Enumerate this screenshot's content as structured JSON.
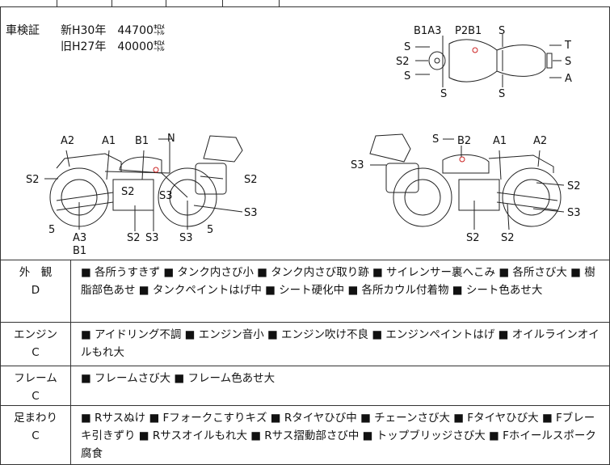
{
  "inspection": {
    "label": "車検証",
    "new_line": "新H30年　44700㌖",
    "old_line": "旧H27年　40000㌖"
  },
  "diagram": {
    "top_view": {
      "labels": [
        "B1A3",
        "P2B1",
        "S",
        "S",
        "S2",
        "S",
        "S",
        "S",
        "T",
        "S",
        "A"
      ]
    },
    "left_side": {
      "labels": [
        "A2",
        "A1",
        "B1",
        "N",
        "S2",
        "S2",
        "S2",
        "S3",
        "S3",
        "5",
        "A3",
        "B1",
        "S2",
        "S3",
        "S3",
        "5"
      ]
    },
    "right_side": {
      "labels": [
        "S",
        "B2",
        "A1",
        "A2",
        "S3",
        "S2",
        "S3",
        "S2",
        "S2"
      ]
    }
  },
  "conditions": [
    {
      "category": "外　観",
      "grade": "D",
      "details": "■ 各所うすきず ■ タンク内さび小 ■ タンク内さび取り跡 ■ サイレンサー裏へこみ ■ 各所さび大 ■ 樹脂部色あせ ■ タンクペイントはげ中 ■ シート硬化中 ■ 各所カウル付着物 ■ シート色あせ大"
    },
    {
      "category": "エンジン",
      "grade": "C",
      "details": "■ アイドリング不調 ■ エンジン音小 ■ エンジン吹け不良 ■ エンジンペイントはげ ■ オイルラインオイルもれ大"
    },
    {
      "category": "フレーム",
      "grade": "C",
      "details": "■ フレームさび大 ■ フレーム色あせ大"
    },
    {
      "category": "足まわり",
      "grade": "C",
      "details": "■ Rサスぬけ ■ Fフォークこすりキズ ■ Rタイヤひび中 ■ チェーンさび大 ■ Fタイヤひび大 ■ Fブレーキ引きずり ■ Rサスオイルもれ大 ■ Rサス摺動部さび中 ■ トップブリッジさび大 ■ Fホイールスポーク腐食"
    }
  ]
}
